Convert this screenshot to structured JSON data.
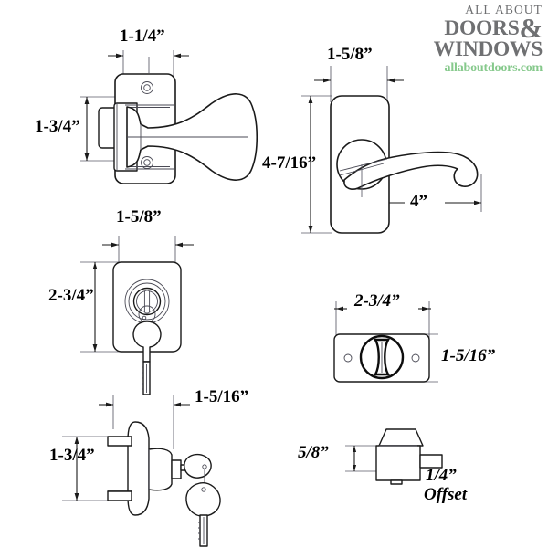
{
  "logo": {
    "line1": "ALL ABOUT",
    "line2": "DOORS",
    "ampersand": "&",
    "line3": "WINDOWS",
    "website": "allaboutdoors.com",
    "gray": "#6f7072",
    "green": "#86c98c"
  },
  "diagrams": {
    "thumb_latch_front": {
      "name": "thumb-turn-latch-front-view",
      "width_label": "1-1/4”",
      "height_label": "1-3/4”"
    },
    "lever_handle": {
      "name": "lever-handle-front-view",
      "width_label": "1-5/8”",
      "height_label": "4-7/16”",
      "lever_length_label": "4”"
    },
    "key_cylinder_front": {
      "name": "key-cylinder-front-view",
      "width_label": "1-5/8”",
      "height_label": "2-3/4”"
    },
    "key_cylinder_side": {
      "name": "key-cylinder-side-view",
      "height_label": "1-3/4”",
      "depth_label": "1-5/16”"
    },
    "thumbturn_plate": {
      "name": "thumbturn-plate-front-view",
      "width_label": "2-3/4”",
      "height_label": "1-5/16”"
    },
    "thumbturn_side": {
      "name": "thumbturn-side-view",
      "height_label": "5/8”",
      "offset_value": "1/4”",
      "offset_word": "Offset"
    }
  },
  "style": {
    "line_color": "#1a1a1a",
    "thin_line_color": "#3b3b46",
    "fill": "#ffffff"
  }
}
